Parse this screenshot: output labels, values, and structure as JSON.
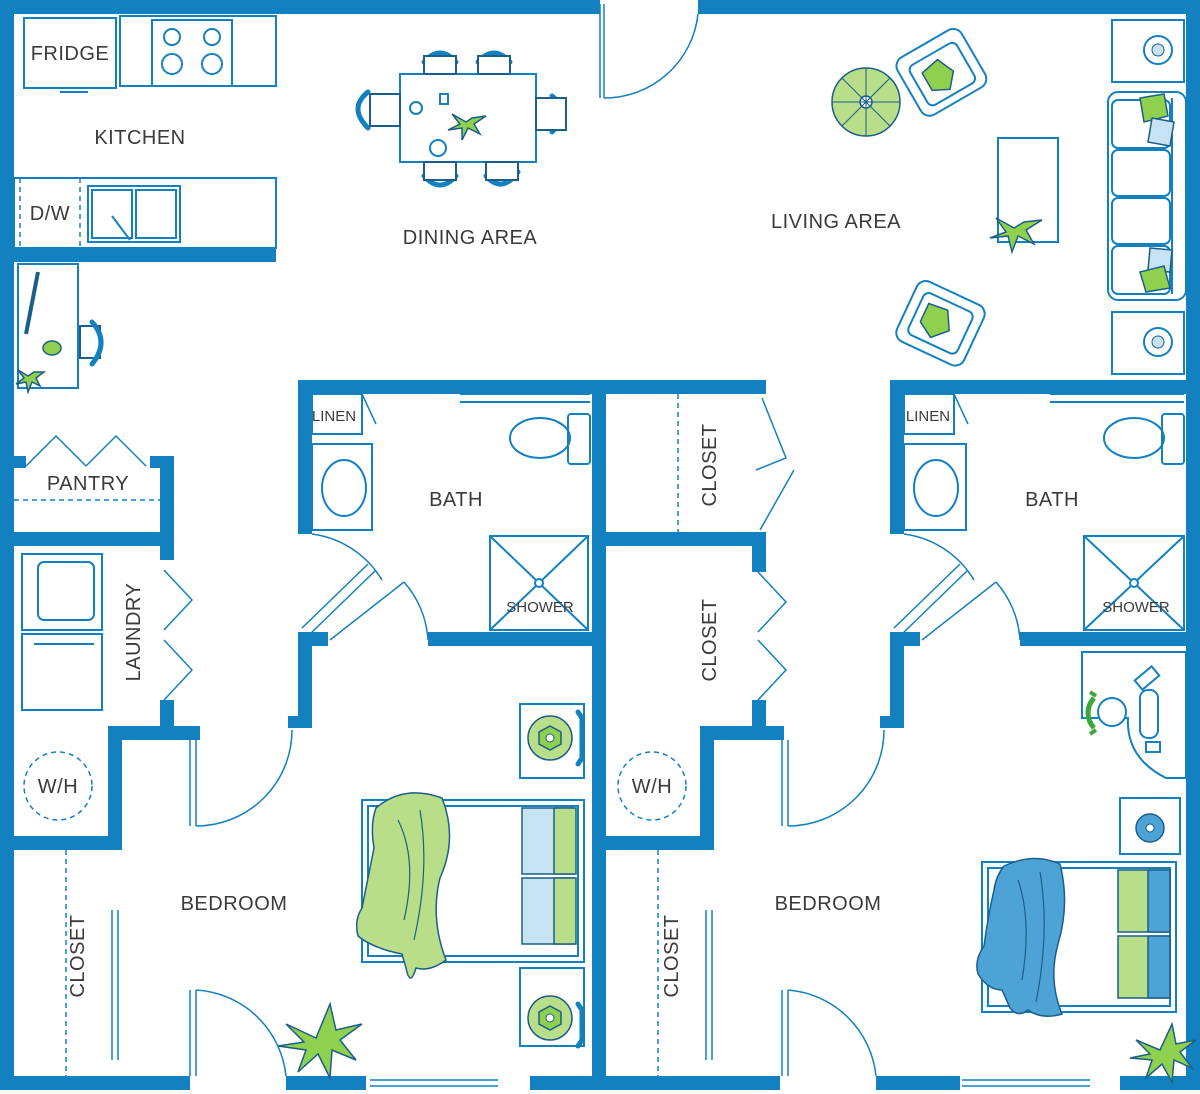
{
  "rooms": {
    "fridge": "FRIDGE",
    "kitchen": "KITCHEN",
    "dw": "D/W",
    "dining": "DINING AREA",
    "living": "LIVING AREA",
    "pantry": "PANTRY",
    "laundry": "LAUNDRY",
    "wh1": "W/H",
    "wh2": "W/H",
    "linen1": "LINEN",
    "linen2": "LINEN",
    "bath1": "BATH",
    "bath2": "BATH",
    "shower1": "SHOWER",
    "shower2": "SHOWER",
    "closet_hall_top": "CLOSET",
    "closet_hall_mid": "CLOSET",
    "closet_bed1": "CLOSET",
    "closet_bed2": "CLOSET",
    "bedroom1": "BEDROOM",
    "bedroom2": "BEDROOM"
  },
  "colors": {
    "wall": "#1380bf",
    "accent_green": "#8fd14f",
    "accent_blue": "#4ea3d6"
  }
}
